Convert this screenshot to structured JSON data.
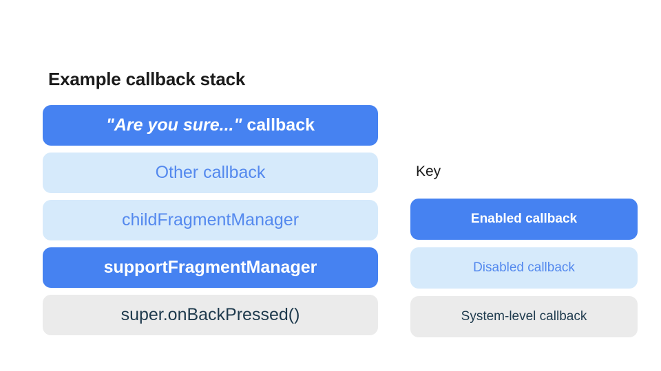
{
  "stack": {
    "title": "Example callback stack",
    "items": [
      {
        "label_italic": "\"Are you sure...\"",
        "label_rest": " callback",
        "type": "enabled"
      },
      {
        "label": "Other callback",
        "type": "disabled"
      },
      {
        "label": "childFragmentManager",
        "type": "disabled"
      },
      {
        "label": "supportFragmentManager",
        "type": "enabled"
      },
      {
        "label": "super.onBackPressed()",
        "type": "system"
      }
    ]
  },
  "key": {
    "title": "Key",
    "items": [
      {
        "label": "Enabled callback",
        "type": "enabled"
      },
      {
        "label": "Disabled callback",
        "type": "disabled"
      },
      {
        "label": "System-level callback",
        "type": "system"
      }
    ]
  },
  "colors": {
    "page-bg": "#FFFFFF",
    "heading-text": "#1A1A1A",
    "enabled-bg": "#4682F1",
    "enabled-text": "#FFFFFF",
    "disabled-bg": "#D6EAFB",
    "disabled-text": "#5489EE",
    "system-bg": "#EBEBEB",
    "system-text": "#1E3A4D"
  }
}
